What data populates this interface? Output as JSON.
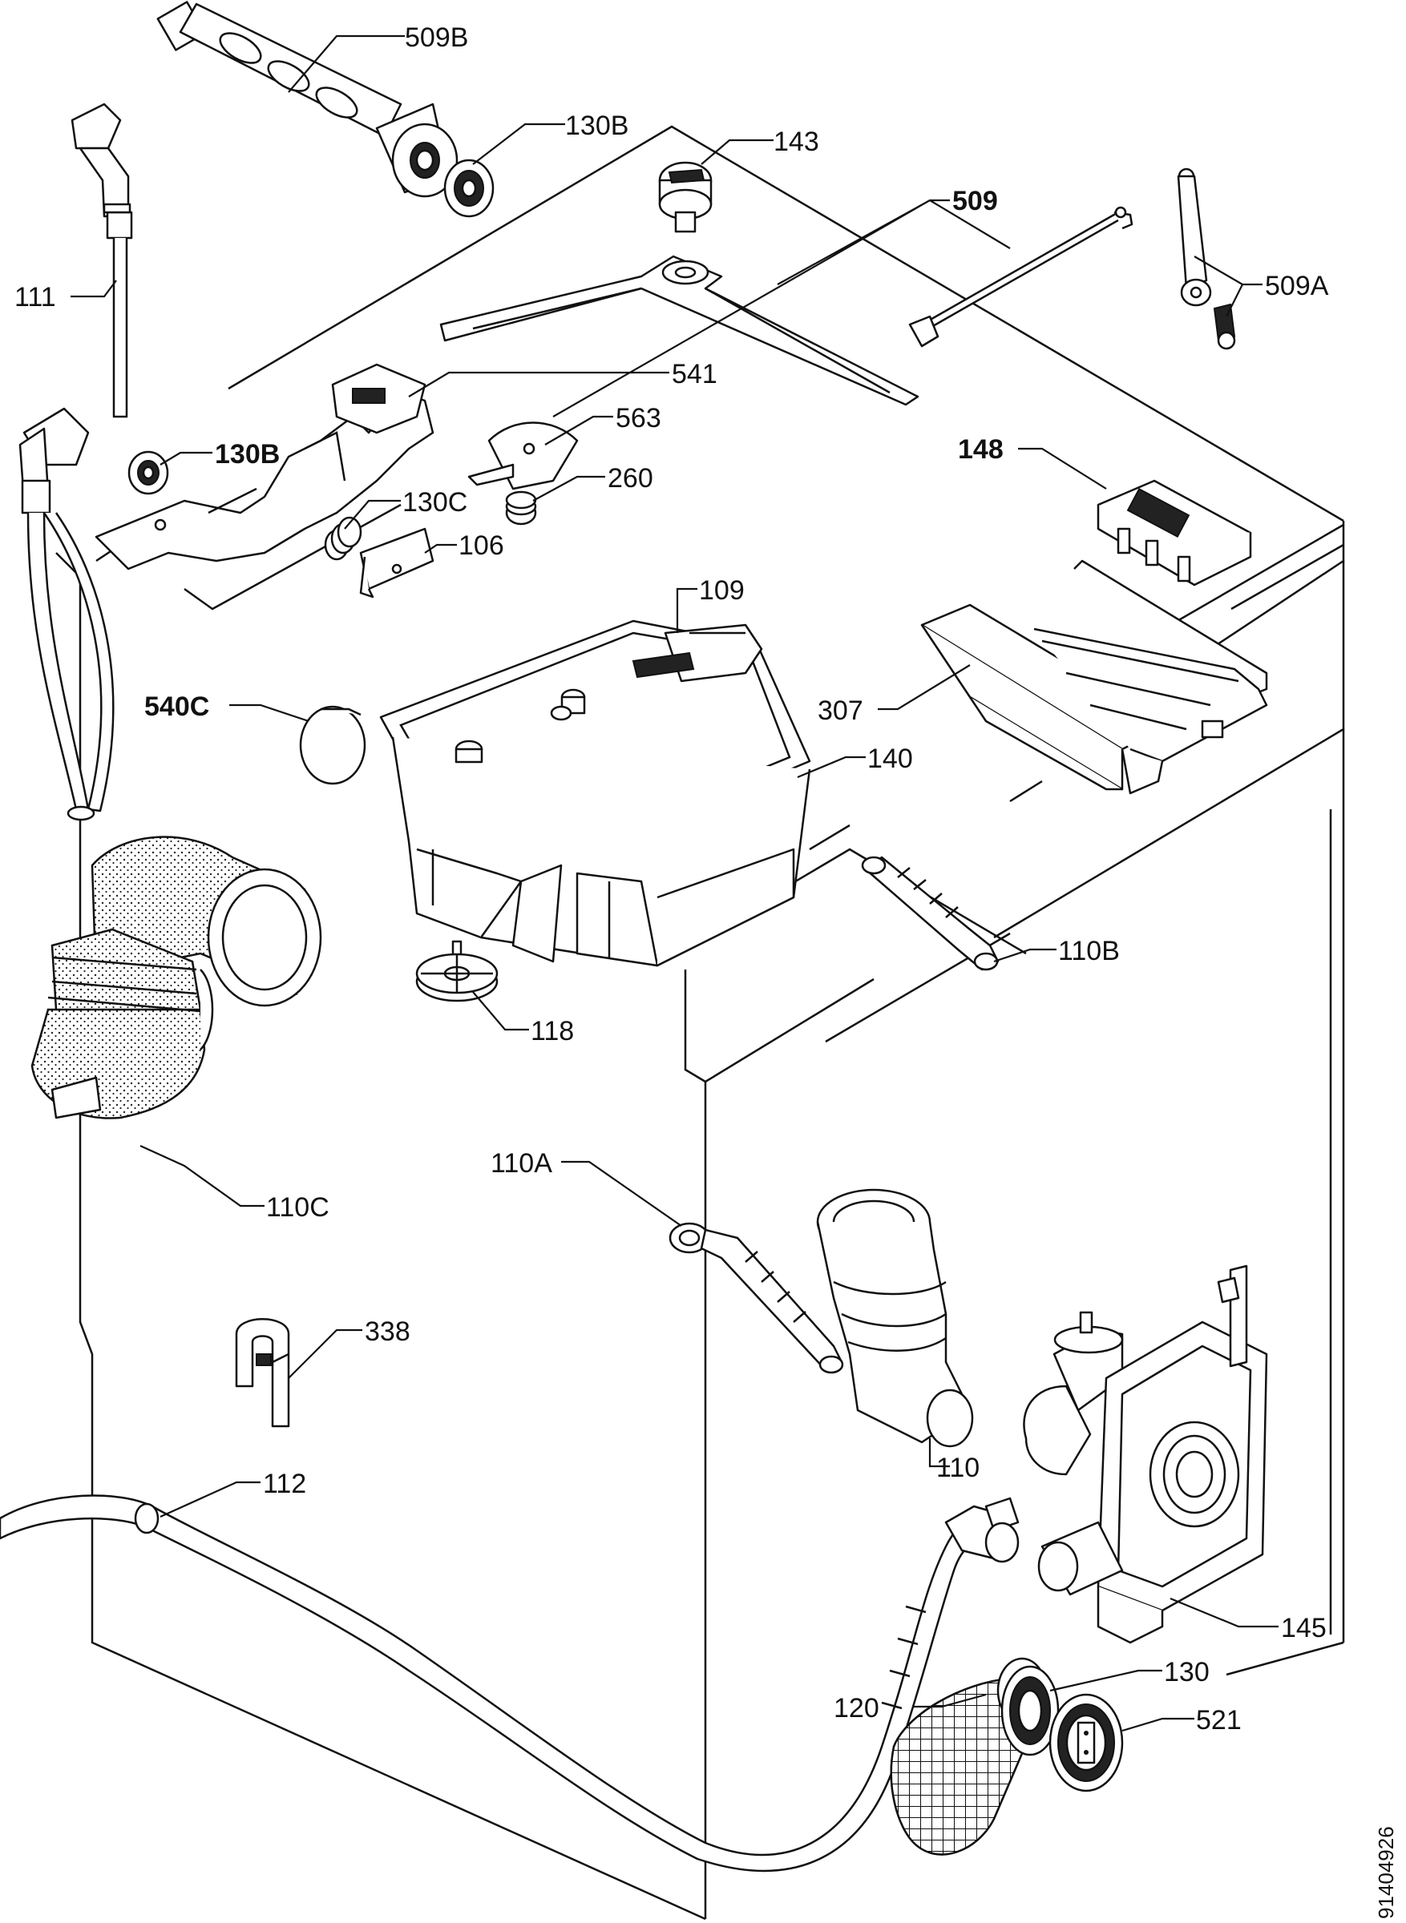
{
  "labels": {
    "l509b": "509B",
    "l130b_top": "130B",
    "l143": "143",
    "l509": "509",
    "l509a": "509A",
    "l111": "111",
    "l541": "541",
    "l563": "563",
    "l130b": "130B",
    "l130c": "130C",
    "l260": "260",
    "l106": "106",
    "l148": "148",
    "l109": "109",
    "l540c": "540C",
    "l307": "307",
    "l140": "140",
    "l110b": "110B",
    "l118": "118",
    "l110c": "110C",
    "l110a": "110A",
    "l338": "338",
    "l110": "110",
    "l112": "112",
    "l145": "145",
    "l130": "130",
    "l120": "120",
    "l521": "521"
  },
  "reference_code": "91404926"
}
